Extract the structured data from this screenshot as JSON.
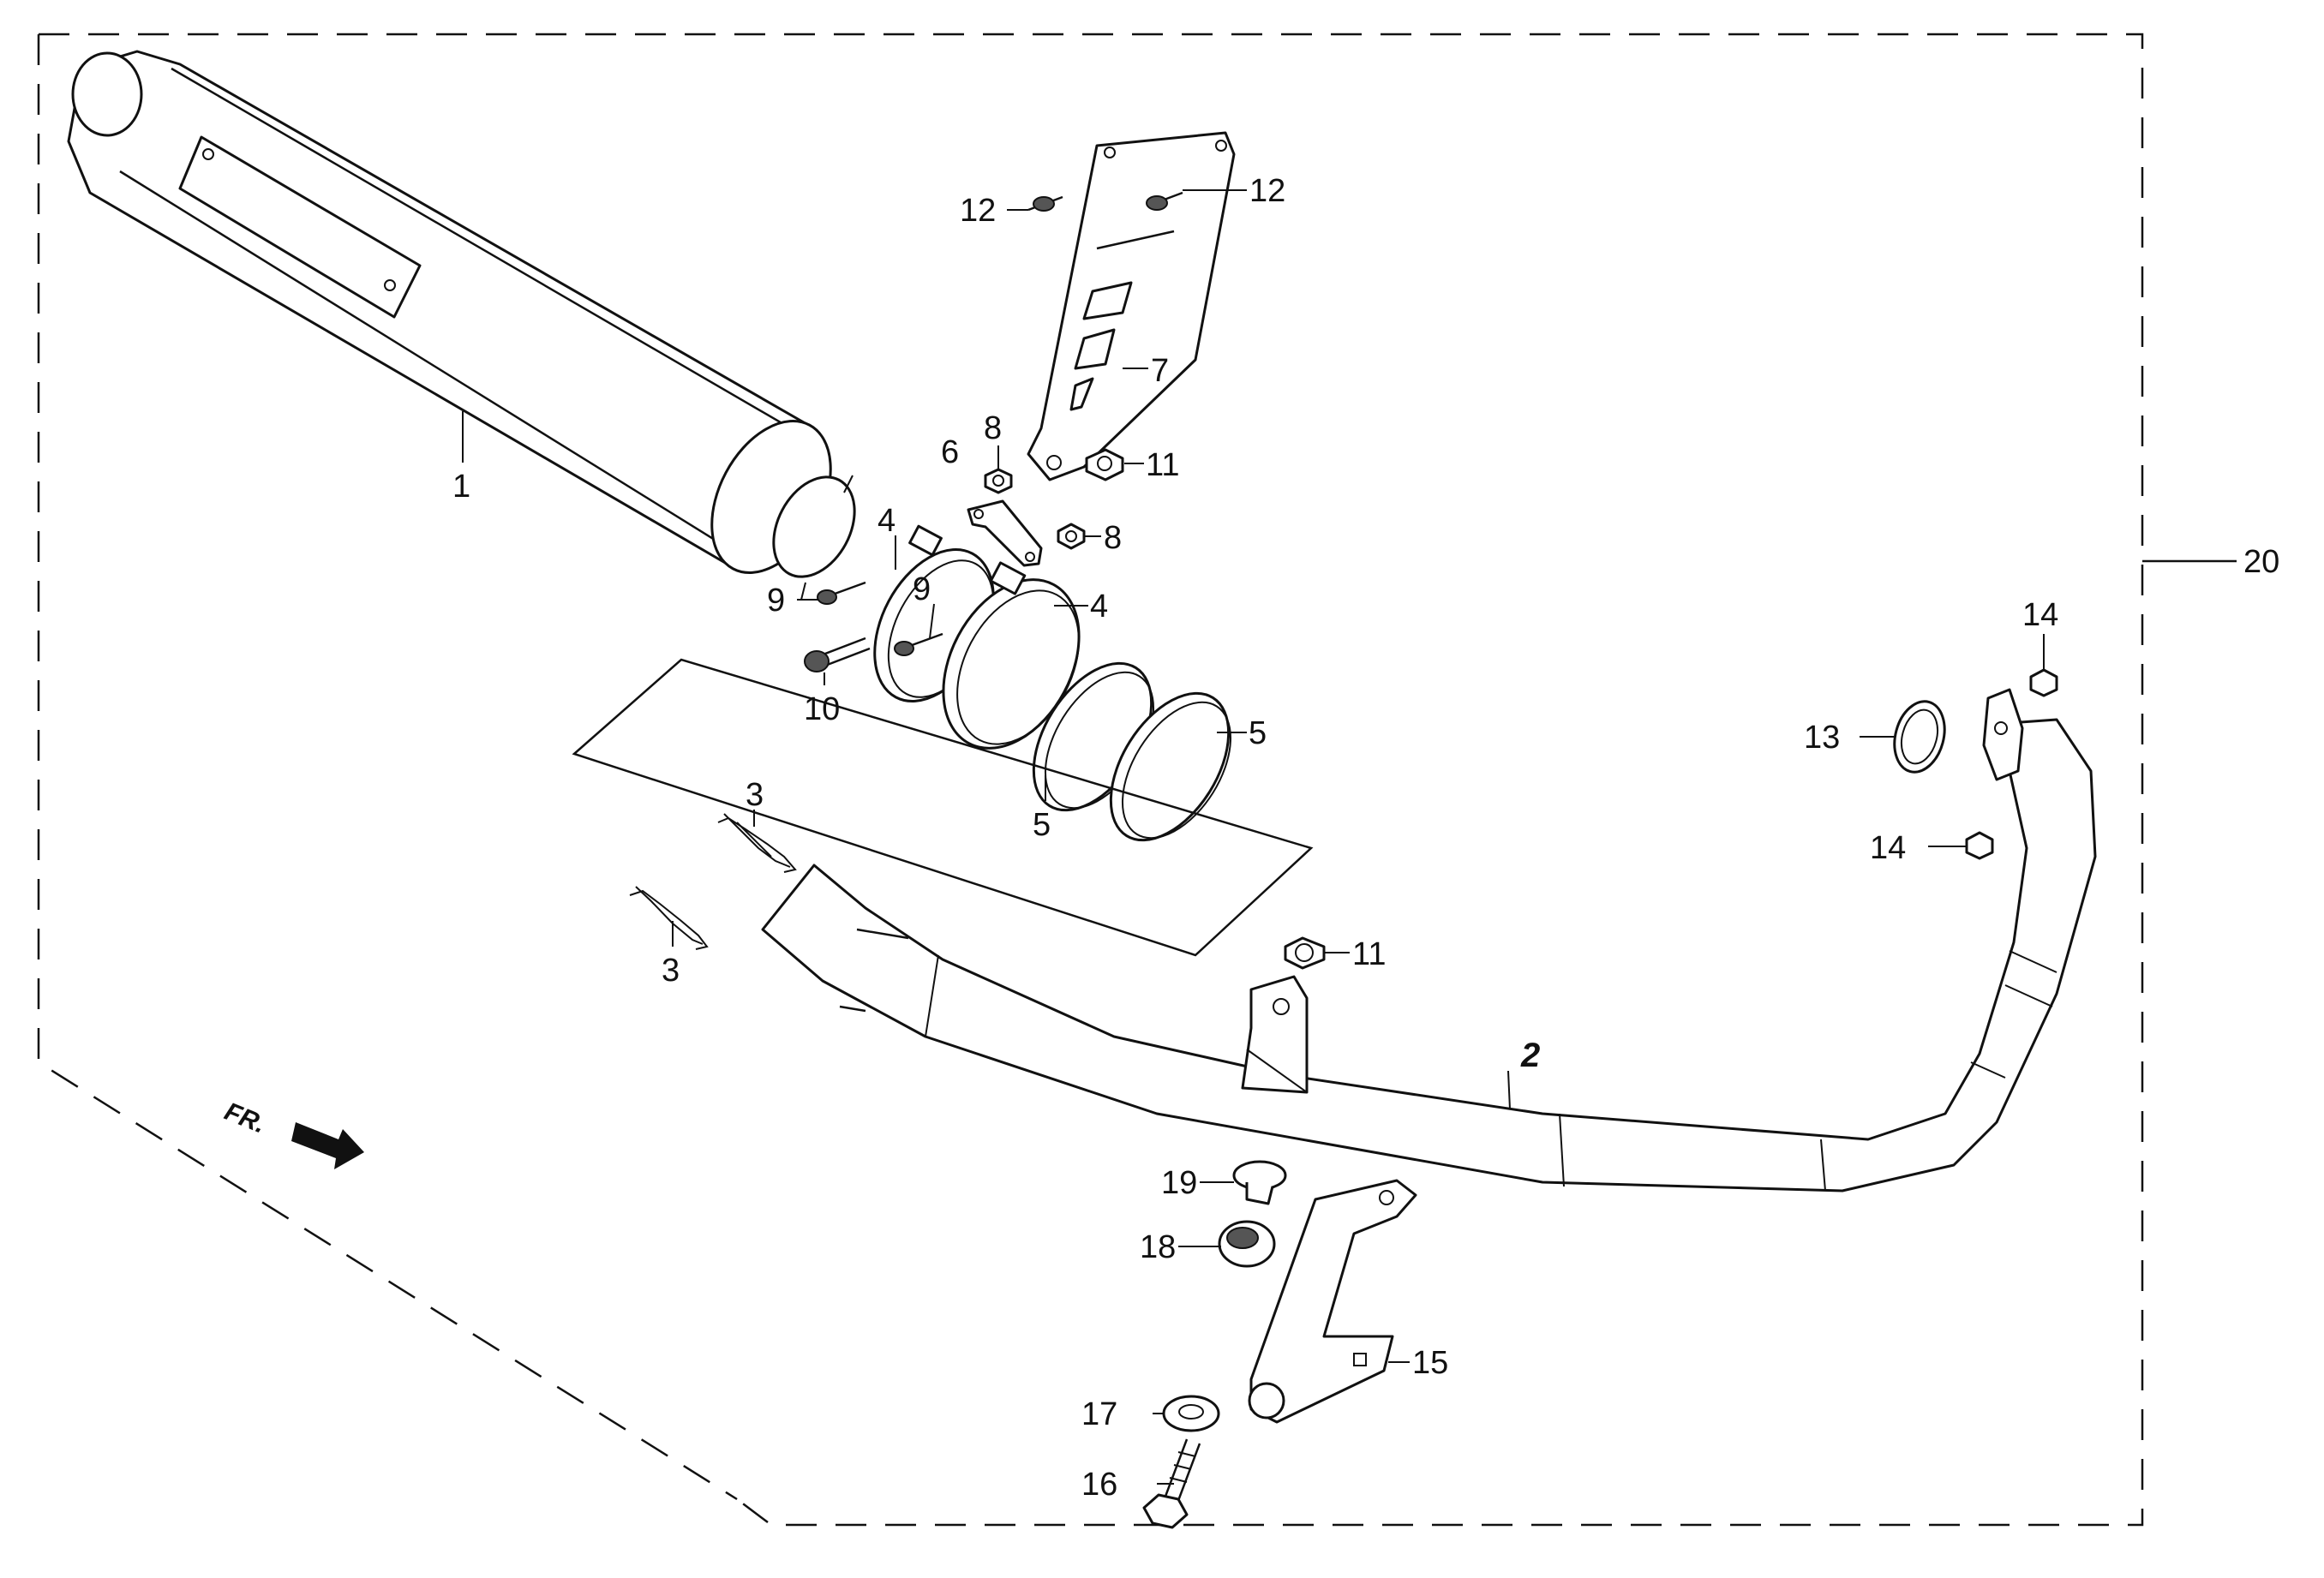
{
  "diagram": {
    "direction_label": "FR.",
    "callouts": {
      "muffler": "1",
      "exhaust_pipe": "2",
      "spring_upper": "3",
      "spring_lower": "3",
      "clamp_upper": "4",
      "clamp_lower": "4",
      "gasket_left": "5",
      "gasket_right": "5",
      "stay": "6",
      "bracket": "7",
      "nut_upper": "8",
      "nut_lower": "8",
      "bolt_left": "9",
      "bolt_center": "9",
      "bolt_large": "10",
      "nut_bracket": "11",
      "nut_pipe": "11",
      "bolt_bracket_left": "12",
      "bolt_bracket_right": "12",
      "port_gasket": "13",
      "stud_nut_upper": "14",
      "stud_nut_lower": "14",
      "mount_stay": "15",
      "mount_bolt": "16",
      "washer": "17",
      "rubber_grommet": "18",
      "collar": "19",
      "assembly": "20"
    }
  }
}
